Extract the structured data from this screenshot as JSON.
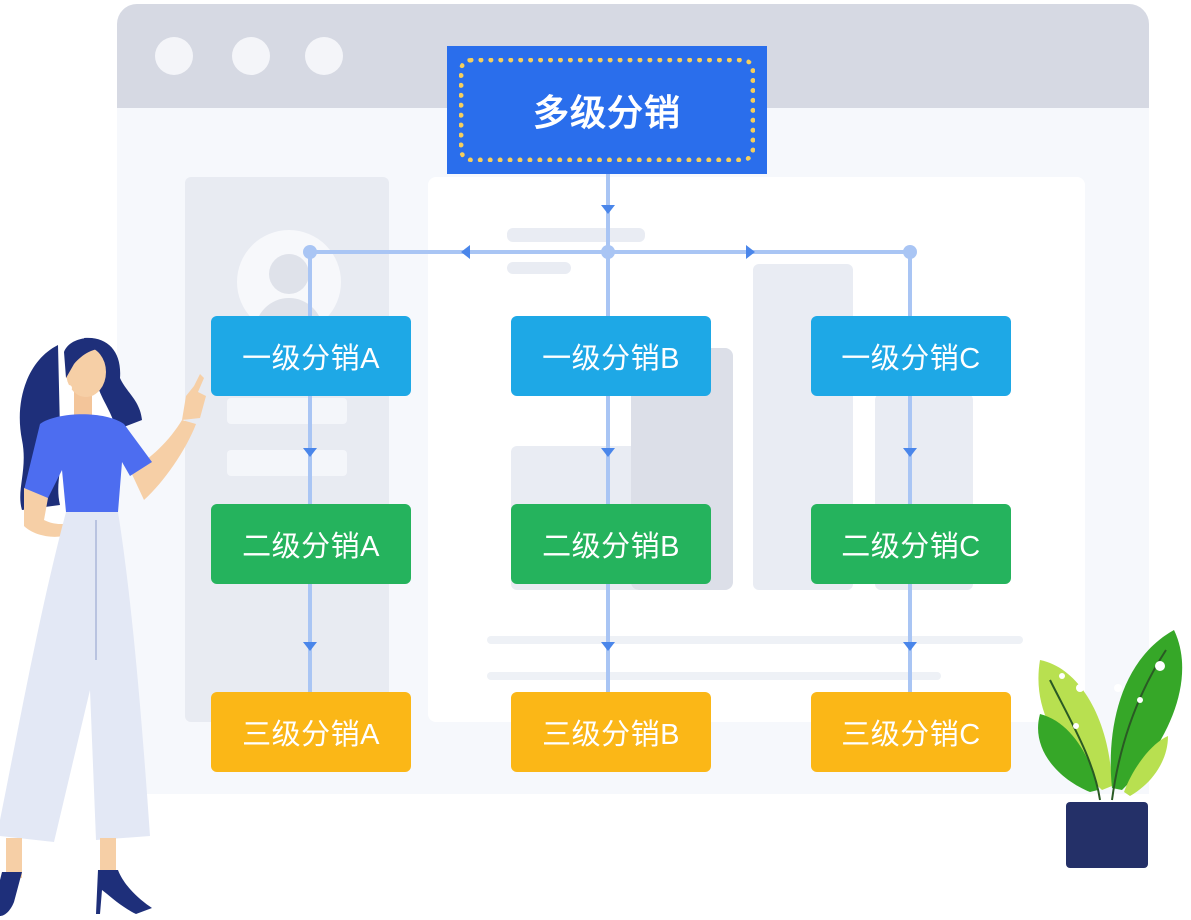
{
  "root": {
    "label": "多级分销"
  },
  "levels": [
    {
      "label": "一级分销A",
      "color": "#1ea8e6"
    },
    {
      "label": "一级分销B",
      "color": "#1ea8e6"
    },
    {
      "label": "一级分销C",
      "color": "#1ea8e6"
    },
    {
      "label": "二级分销A",
      "color": "#25b35d"
    },
    {
      "label": "二级分销B",
      "color": "#25b35d"
    },
    {
      "label": "二级分销C",
      "color": "#25b35d"
    },
    {
      "label": "三级分销A",
      "color": "#fbb717"
    },
    {
      "label": "三级分销B",
      "color": "#fbb717"
    },
    {
      "label": "三级分销C",
      "color": "#fbb717"
    }
  ],
  "colors": {
    "root": "#2a6eec",
    "root_border": "#f6cf5c",
    "connector": "#a9c5f4",
    "arrow": "#4a86ea"
  }
}
